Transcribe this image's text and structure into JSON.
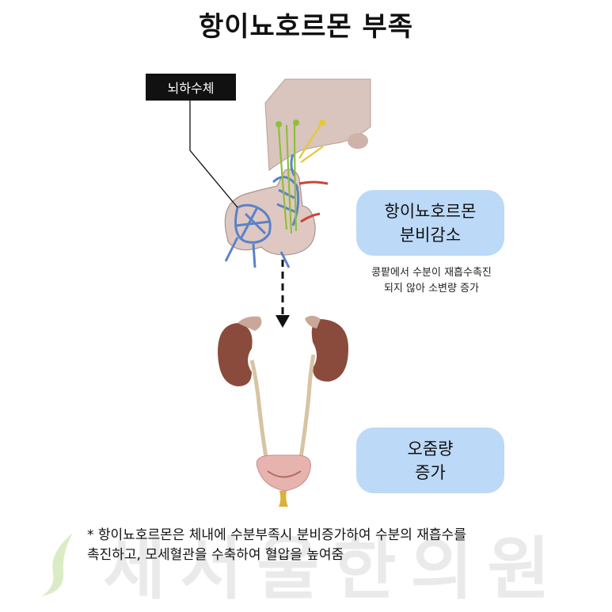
{
  "title": "항이뇨호르몬 부족",
  "label": "뇌하수체",
  "box1": {
    "line1": "항이뇨호르몬",
    "line2": "분비감소"
  },
  "note": {
    "line1": "콩팥에서 수분이 재흡수촉진",
    "line2": "되지 않아 소변량 증가"
  },
  "box2": {
    "line1": "오줌량",
    "line2": "증가"
  },
  "footnote": {
    "line1": "* 항이뇨호르몬은 체내에 수분부족시 분비증가하여 수분의 재흡수를",
    "line2": "촉진하고, 모세혈관을 수축하여 혈압을 높여줌"
  },
  "watermark": "세서울한의원",
  "colors": {
    "box_fill": "#bcd9f7",
    "label_bg": "#111111",
    "kidney": "#8a4b3c",
    "vessel": "#5a82c8"
  }
}
